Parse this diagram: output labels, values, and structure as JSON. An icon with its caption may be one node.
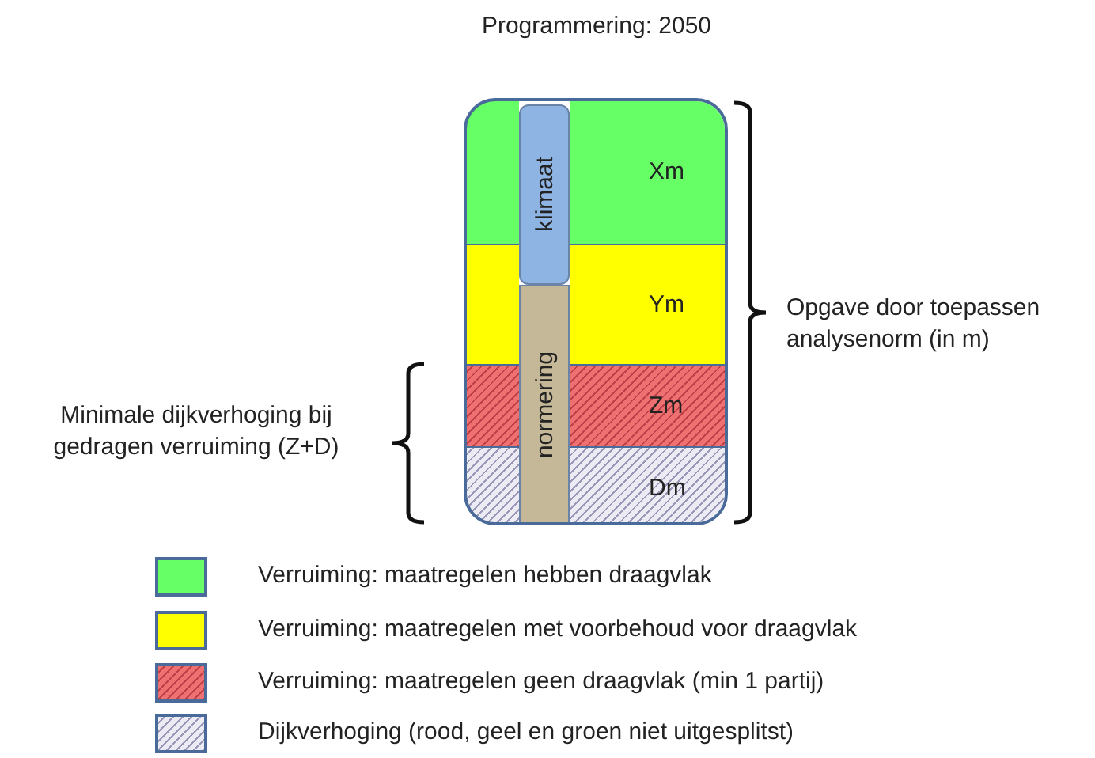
{
  "diagram": {
    "title": "Programmering: 2050",
    "nodes": [
      {
        "text": [],
        "shape": "box"
      },
      {
        "text": [
          "Xm"
        ],
        "in": 0
      },
      {
        "text": [
          "Ym"
        ],
        "in": 0
      },
      {
        "text": [
          "Zm"
        ],
        "in": 0
      },
      {
        "text": [
          "Dm"
        ],
        "in": 0
      },
      {
        "text": [
          "klimaat"
        ],
        "in": 0
      },
      {
        "text": [
          "normering"
        ],
        "in": 0
      }
    ],
    "labels": [
      "Opgave door toepassen analysenorm (in m)",
      "Minimale dijkverhoging bij gedragen verruiming (Z+D)"
    ],
    "legend": [
      {
        "text": "Verruiming: maatregelen hebben draagvlak",
        "color": "#66ff66"
      },
      {
        "text": "Verruiming: maatregelen met voorbehoud voor draagvlak",
        "color": "#ffff00"
      },
      {
        "text": "Verruiming: maatregelen geen draagvlak (min 1 partij)",
        "color": "#ef7070"
      },
      {
        "text": "Dijkverhoging (rood, geel en groen niet uitgesplitst)",
        "color": "#ecebf3"
      }
    ]
  }
}
